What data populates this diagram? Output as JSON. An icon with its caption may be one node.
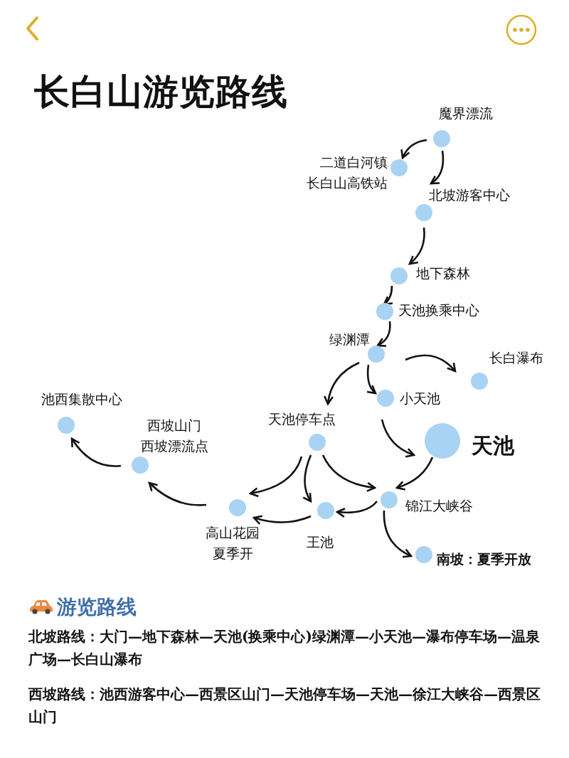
{
  "diagram": {
    "title": "长白山游览路线",
    "nodes": [
      {
        "text": [
          "魔界漂流"
        ]
      },
      {
        "text": [
          "二道白河镇",
          "长白山高铁站"
        ]
      },
      {
        "text": [
          "北坡游客中心"
        ]
      },
      {
        "text": [
          "地下森林"
        ]
      },
      {
        "text": [
          "天池换乘中心"
        ]
      },
      {
        "text": [
          "绿渊潭"
        ]
      },
      {
        "text": [
          "长白瀑布"
        ]
      },
      {
        "text": [
          "小天池"
        ]
      },
      {
        "text": [
          "天池"
        ]
      },
      {
        "text": [
          "池西集散中心"
        ]
      },
      {
        "text": [
          "西坡山门",
          "西坡漂流点"
        ]
      },
      {
        "text": [
          "天池停车点"
        ]
      },
      {
        "text": [
          "锦江大峡谷"
        ]
      },
      {
        "text": [
          "高山花园",
          "夏季开"
        ]
      },
      {
        "text": [
          "王池"
        ]
      },
      {
        "text": [
          "南坡：夏季开放"
        ]
      }
    ],
    "edges": [
      {
        "from": 0,
        "to": 1,
        "arrow": "to"
      },
      {
        "from": 0,
        "to": 2,
        "arrow": "to"
      },
      {
        "from": 2,
        "to": 3,
        "arrow": "to"
      },
      {
        "from": 3,
        "to": 4,
        "arrow": "to"
      },
      {
        "from": 4,
        "to": 5,
        "arrow": "to"
      },
      {
        "from": 5,
        "to": 11,
        "arrow": "to"
      },
      {
        "from": 5,
        "to": 7,
        "arrow": "to"
      },
      {
        "from": 5,
        "to": 6,
        "arrow": "to"
      },
      {
        "from": 7,
        "to": 8,
        "arrow": "to"
      },
      {
        "from": 8,
        "to": 12,
        "arrow": "to"
      },
      {
        "from": 11,
        "to": 13,
        "arrow": "to"
      },
      {
        "from": 11,
        "to": 14,
        "arrow": "to"
      },
      {
        "from": 11,
        "to": 12,
        "arrow": "to"
      },
      {
        "from": 12,
        "to": 14,
        "arrow": "to"
      },
      {
        "from": 12,
        "to": 15,
        "arrow": "to"
      },
      {
        "from": 14,
        "to": 13,
        "arrow": "to"
      },
      {
        "from": 13,
        "to": 10,
        "arrow": "to"
      },
      {
        "from": 10,
        "to": 9,
        "arrow": "to"
      }
    ],
    "labels": [
      "游览路线",
      "**北坡路线**：大门—地下森林—天池(换乘中心)绿渊潭—小天池—瀑布停车场—温泉广场—长白山瀑布",
      "**西坡路线**：池西游客中心—西景区山门—天池停车场—天池—徐江大峡谷—西景区山门"
    ]
  }
}
